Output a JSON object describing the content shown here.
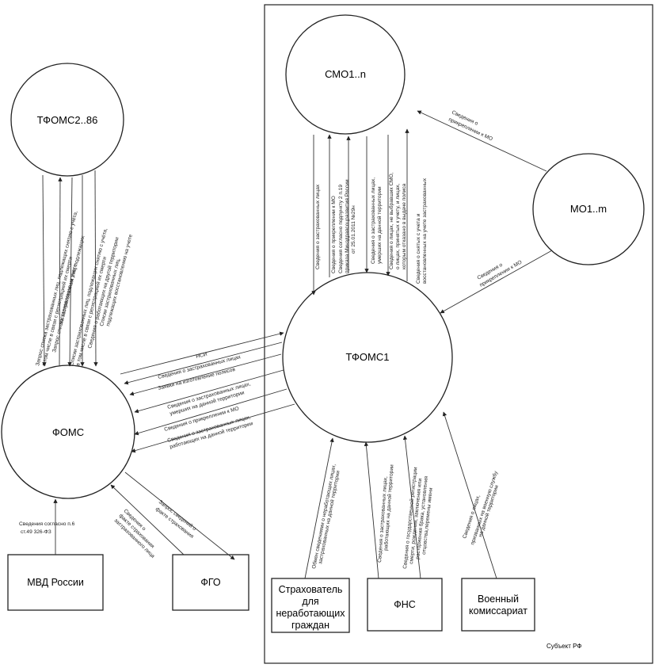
{
  "nodes": {
    "tfoms_others": "ТФОМС2..86",
    "smo": "СМО1..n",
    "mo": "МО1..m",
    "tfoms": "ТФОМС1",
    "foms": "ФОМС",
    "mvd": "МВД России",
    "fgo": "ФГО",
    "strahovatel": [
      "Страхователь",
      "для",
      "неработающих",
      "граждан"
    ],
    "fns": "ФНС",
    "voenkom": [
      "Военный",
      "комиссариат"
    ]
  },
  "region_label": "Субъект РФ",
  "edges": {
    "foms_tfoms_others": [
      [
        "Запрос списка застрахованных лиц, подлежащих снятию с учёта,",
        "в том числе в связи с регистрацией их смерти"
      ],
      [
        "Запрос списка застрахованных лиц, подлежащих",
        "восстановлению на учете"
      ],
      [
        "Списки застрахованных лиц, подлежащих снятию с учёта,",
        "в том числе в связи с регистрацией их смерти"
      ],
      [
        "Сведения о работающих на другой территории"
      ],
      [
        "Списки застрахованных лиц,",
        "подлежащих восстановлению на учете"
      ]
    ],
    "smo_tfoms": [
      [
        "Сведения о застрахованных лицах"
      ],
      [
        "Сведения о прикреплении к МО"
      ],
      [
        "Сведения согласно подпункту 2 п.19",
        "приказа Минздравсоцразвития России",
        "от 25.01.2011 №29н"
      ],
      [
        "Сведения о застрахованных лицах,",
        "умерших на данной территории"
      ],
      [
        "Сведения о лицах, не выбравших СМО,",
        "о лицах, принятых к учету, и лицах,",
        "которым отказано в выдаче полиса"
      ],
      [
        "Сведения о снятых с учета и",
        "восстановленных на учете застрахованных"
      ]
    ],
    "mo_smo": [
      "Сведения о",
      "прикреплении к МО"
    ],
    "mo_tfoms": [
      "Сведения о",
      "прикреплении к МО"
    ],
    "tfoms_foms": [
      [
        "НСИ"
      ],
      [
        "Сведения о застрахованных лицах"
      ],
      [
        "Заявки на изготовление полисов"
      ],
      [
        "Сведения о застрахованных лицах,",
        "умерших на данной территории"
      ],
      [
        "Сведения о прикреплении к МО"
      ],
      [
        "Сведения о застрахованных лицах,",
        "работающих на данной территории"
      ]
    ],
    "mvd_foms": [
      "Сведения согласно п.6",
      "ст.49 326-ФЗ"
    ],
    "fgo_foms": [
      "Сведения о",
      "факте страхования",
      "застрахованного лица"
    ],
    "foms_fgo": [
      "Запрос сведений о",
      "факте страхования"
    ],
    "strah_tfoms": [
      "Обмен сведениями о неработающих лицах,",
      "застрахованных на данной территории"
    ],
    "fns_tfoms_a": [
      "Сведения о застрахованных лицах,",
      "работающих на данной территории"
    ],
    "fns_tfoms_b": [
      "Сведения о государственной регистрации",
      "смерти, рождения, заключения или",
      "расторжения брака, установления",
      "отцовства,перемены имени"
    ],
    "voenkom_tfoms": [
      "Сведения о лицах,",
      "призванных на военную службу",
      "на данной территории"
    ]
  }
}
